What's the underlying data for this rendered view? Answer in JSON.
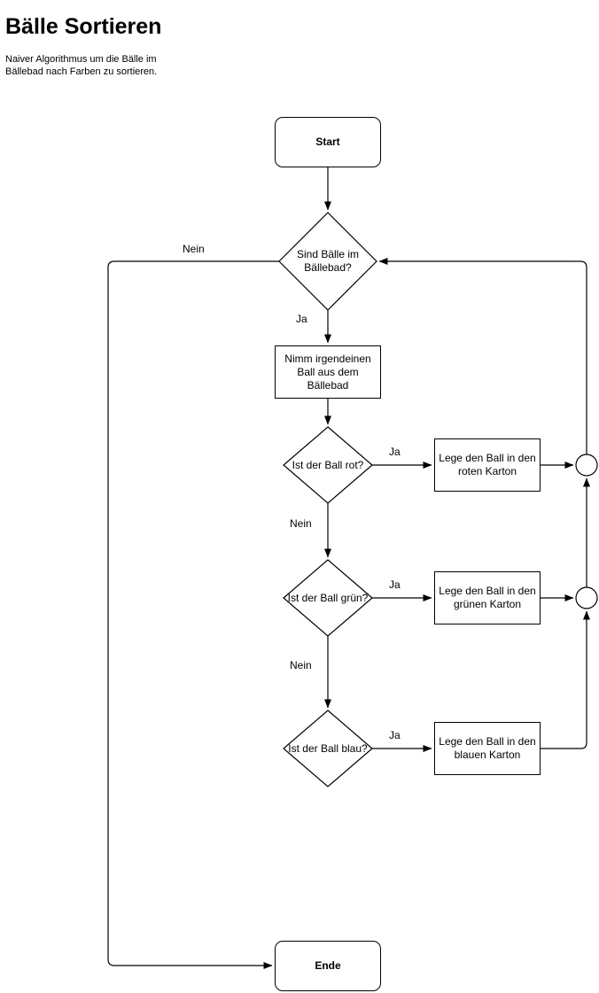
{
  "header": {
    "title": "Bälle Sortieren",
    "subtitle": "Naiver Algorithmus um die Bälle im Bällebad nach Farben zu sortieren."
  },
  "flowchart": {
    "type": "flowchart",
    "nodes": {
      "start": {
        "label": "Start",
        "type": "terminator"
      },
      "check_balls": {
        "label": "Sind Bälle im Bällebad?",
        "type": "decision"
      },
      "take_ball": {
        "label": "Nimm irgendeinen Ball aus dem Bällebad",
        "type": "process"
      },
      "is_red": {
        "label": "Ist der Ball rot?",
        "type": "decision"
      },
      "put_red": {
        "label": "Lege den Ball in den roten Karton",
        "type": "process"
      },
      "is_green": {
        "label": "Ist der Ball grün?",
        "type": "decision"
      },
      "put_green": {
        "label": "Lege den Ball in den grünen Karton",
        "type": "process"
      },
      "is_blue": {
        "label": "Ist der Ball blau?",
        "type": "decision"
      },
      "put_blue": {
        "label": "Lege den Ball in den blauen Karton",
        "type": "process"
      },
      "end": {
        "label": "Ende",
        "type": "terminator"
      }
    },
    "edge_labels": {
      "no_top": "Nein",
      "yes_top": "Ja",
      "yes_red": "Ja",
      "no_red": "Nein",
      "yes_green": "Ja",
      "no_green": "Nein",
      "yes_blue": "Ja"
    },
    "colors": {
      "stroke": "#000000",
      "fill": "#ffffff"
    }
  }
}
